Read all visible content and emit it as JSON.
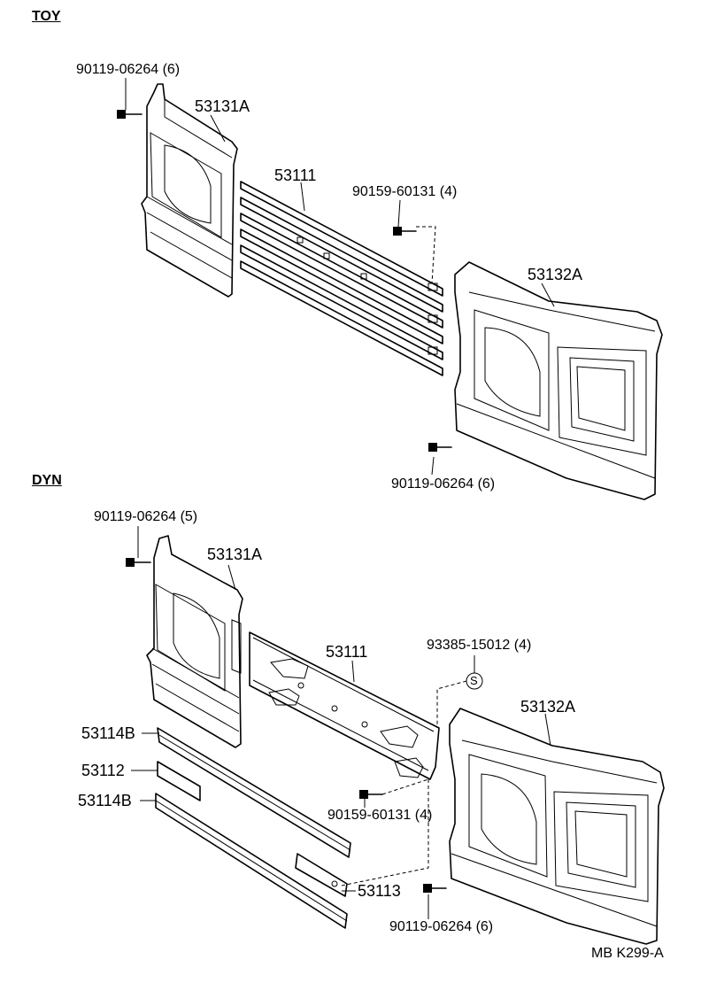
{
  "sections": [
    {
      "id": "toy",
      "title": "TOY"
    },
    {
      "id": "dyn",
      "title": "DYN"
    }
  ],
  "labels": {
    "toy_bolt_top": "90119-06264 (6)",
    "toy_panel_left": "53131A",
    "toy_grille": "53111",
    "toy_screw": "90159-60131 (4)",
    "toy_panel_right": "53132A",
    "toy_bolt_bottom": "90119-06264 (6)",
    "dyn_bolt_top": "90119-06264 (5)",
    "dyn_panel_left": "53131A",
    "dyn_grille": "53111",
    "dyn_screw_s": "93385-15012 (4)",
    "dyn_panel_right": "53132A",
    "dyn_moulding_upper": "53114B",
    "dyn_grille_piece": "53112",
    "dyn_moulding_lower": "53114B",
    "dyn_screw": "90159-60131 (4)",
    "dyn_bracket": "53113",
    "dyn_bolt_bottom": "90119-06264 (6)",
    "s_mark": "S"
  },
  "footer": {
    "code": "MB K299-A"
  }
}
